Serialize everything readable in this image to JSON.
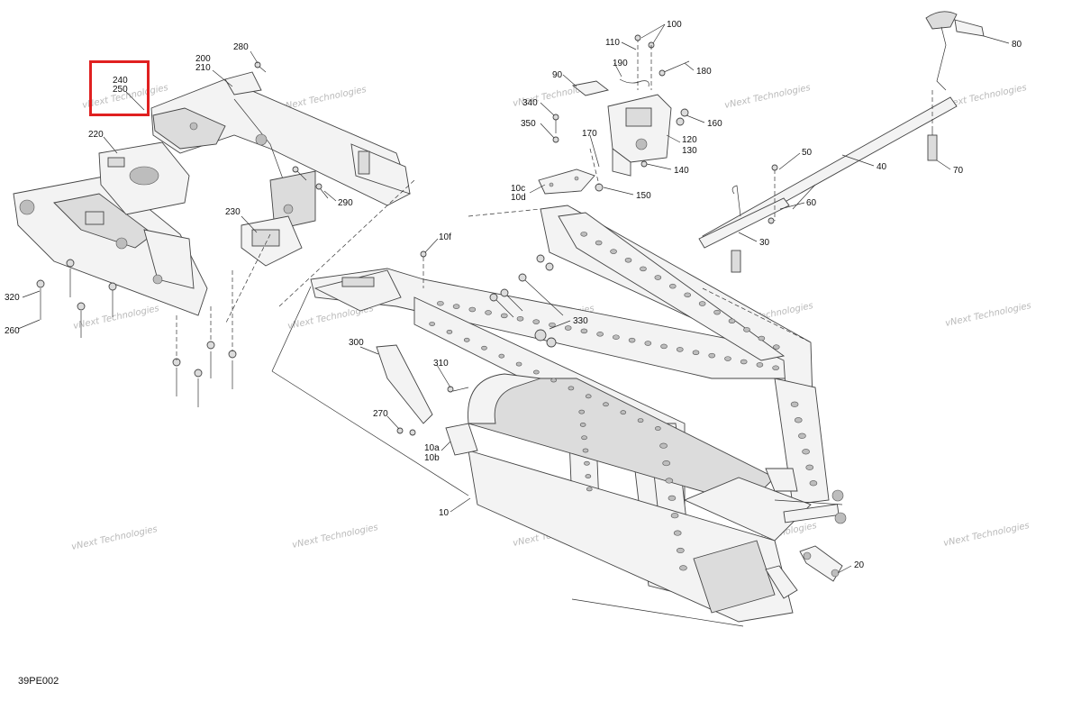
{
  "diagram": {
    "code": "39PE002",
    "watermark_line1": "vNext",
    "watermark_line2": "Technologies",
    "watermark_full": "vNext Technologies",
    "highlight_color": "#e02020",
    "labels": {
      "l240": "240",
      "l250": "250",
      "l200": "200",
      "l210": "210",
      "l280": "280",
      "l220": "220",
      "l230": "230",
      "l290": "290",
      "l320": "320",
      "l260": "260",
      "l100": "100",
      "l110": "110",
      "l190": "190",
      "l180": "180",
      "l90": "90",
      "l340": "340",
      "l350": "350",
      "l160": "160",
      "l120": "120",
      "l130": "130",
      "l170": "170",
      "l140": "140",
      "l10c": "10c",
      "l10d": "10d",
      "l150": "150",
      "l80": "80",
      "l40": "40",
      "l70": "70",
      "l50": "50",
      "l60": "60",
      "l30": "30",
      "l10f": "10f",
      "l330": "330",
      "l300": "300",
      "l310": "310",
      "l270": "270",
      "l10a": "10a",
      "l10b": "10b",
      "l10": "10",
      "l20": "20"
    }
  }
}
